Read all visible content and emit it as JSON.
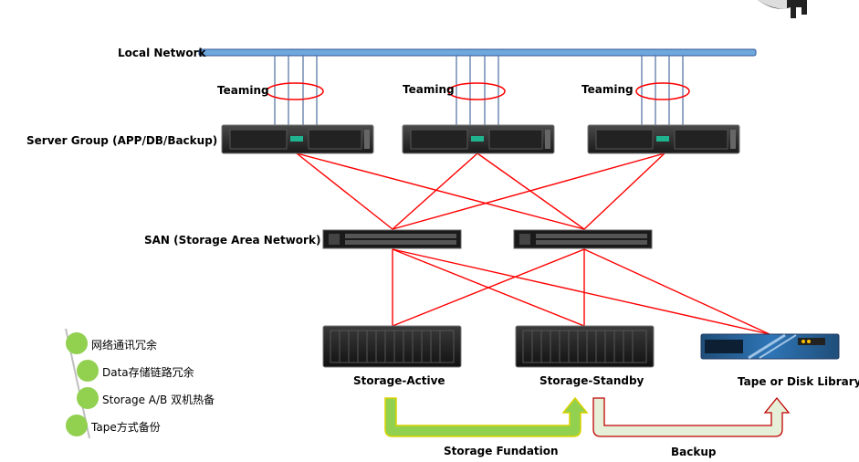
{
  "labels": {
    "local_network": "Local Network",
    "teaming": "Teaming",
    "server_group": "Server Group (APP/DB/Backup)",
    "san": "SAN (Storage Area Network)",
    "storage_active": "Storage-Active",
    "storage_standby": "Storage-Standby",
    "tape_library": "Tape or Disk Library",
    "storage_foundation": "Storage Fundation",
    "backup": "Backup"
  },
  "legend": {
    "items": [
      "网络通讯冗余",
      "Data存储链路冗余",
      "Storage A/B 双机热备",
      "Tape方式备份"
    ]
  },
  "colors": {
    "network_bar": "#6fa8dc",
    "links": "#ff0000",
    "legend_dot": "#92d050",
    "arrow_green": "#92d050",
    "arrow_pink": "#e6b8b7"
  }
}
